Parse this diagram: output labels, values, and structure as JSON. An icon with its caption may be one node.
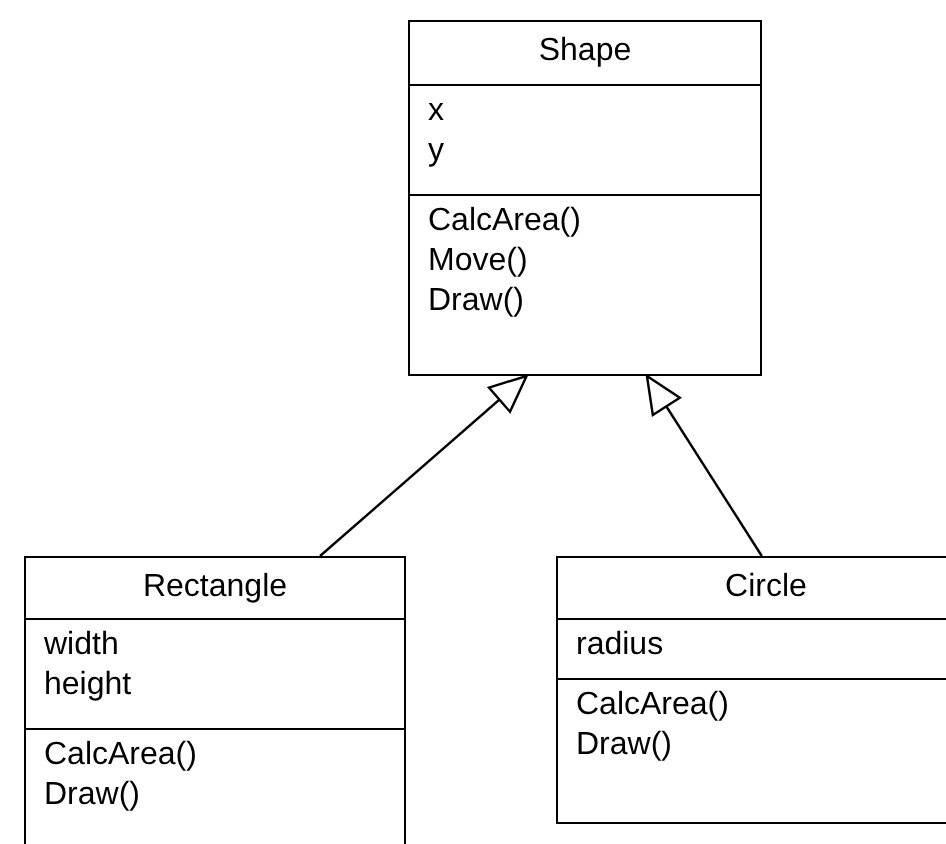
{
  "diagram": {
    "nodes": [
      {
        "text": [
          "Shape"
        ]
      },
      {
        "text": [
          "x",
          "y"
        ],
        "in": 0
      },
      {
        "text": [
          "CalcArea()",
          "Move()",
          "Draw()"
        ],
        "in": 0
      },
      {
        "text": [
          "Rectangle"
        ]
      },
      {
        "text": [
          "width",
          "height"
        ],
        "in": 3
      },
      {
        "text": [
          "CalcArea()",
          "Draw()"
        ],
        "in": 3
      },
      {
        "text": [
          "Circle"
        ]
      },
      {
        "text": [
          "radius"
        ],
        "in": 6
      },
      {
        "text": [
          "CalcArea()",
          "Draw()"
        ],
        "in": 6
      }
    ],
    "edges": [
      {
        "from": 3,
        "to": 0,
        "arrow": "to"
      },
      {
        "from": 6,
        "to": 0,
        "arrow": "to"
      }
    ]
  }
}
